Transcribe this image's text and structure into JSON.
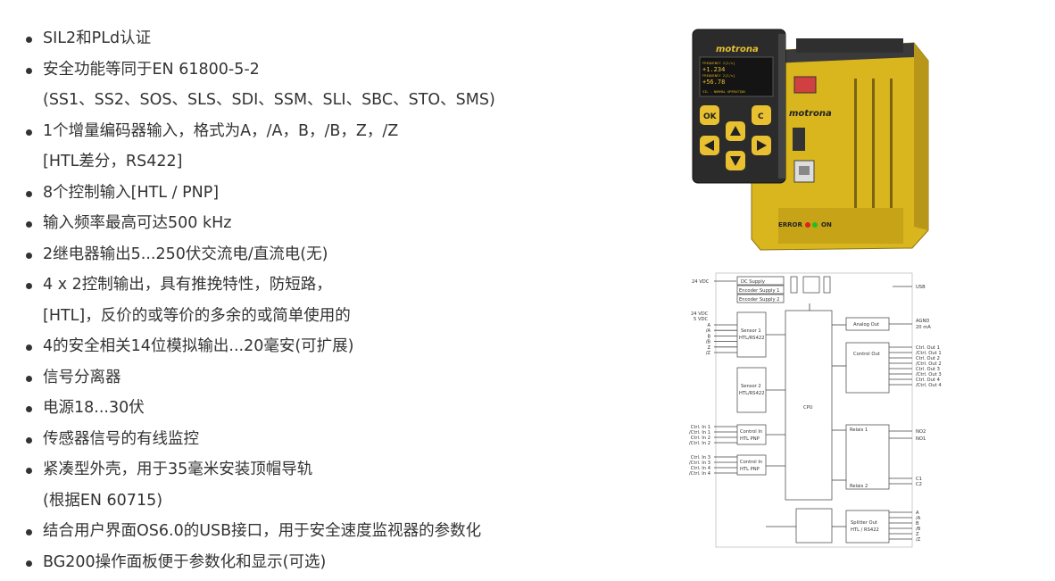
{
  "features": [
    {
      "lines": [
        "SIL2和PLd认证"
      ]
    },
    {
      "lines": [
        "安全功能等同于EN 61800-5-2",
        "(SS1、SS2、SOS、SLS、SDI、SSM、SLI、SBC、STO、SMS)"
      ]
    },
    {
      "lines": [
        "1个增量编码器输入，格式为A，/A，B，/B，Z，/Z",
        "[HTL差分，RS422]"
      ]
    },
    {
      "lines": [
        "8个控制输入[HTL / PNP]"
      ]
    },
    {
      "lines": [
        "输入频率最高可达500 kHz"
      ]
    },
    {
      "lines": [
        "2继电器输出5...250伏交流电/直流电(无)"
      ]
    },
    {
      "lines": [
        "4 x 2控制输出，具有推挽特性，防短路，",
        "[HTL]，反价的或等价的多余的或简单使用的"
      ]
    },
    {
      "lines": [
        "4的安全相关14位模拟输出...20毫安(可扩展)"
      ]
    },
    {
      "lines": [
        "信号分离器"
      ]
    },
    {
      "lines": [
        "电源18...30伏"
      ]
    },
    {
      "lines": [
        "传感器信号的有线监控"
      ]
    },
    {
      "lines": [
        "紧凑型外壳，用于35毫米安装顶帽导轨",
        "(根据EN 60715)"
      ]
    },
    {
      "lines": [
        "结合用户界面OS6.0的USB接口，用于安全速度监视器的参数化"
      ]
    },
    {
      "lines": [
        "BG200操作面板便于参数化和显示(可选)"
      ]
    }
  ],
  "product": {
    "brand": "motrona",
    "display_line1": "FREQUENCY 2[1/s]",
    "display_value1": "+1.234",
    "display_line2": "FREQUENCY 2[1/s]",
    "display_value2": "+56.78",
    "display_status": "SIL - NORMAL OPERATION",
    "btn_ok": "OK",
    "btn_c": "C",
    "error_label": "ERROR",
    "on_label": "ON"
  },
  "diagram": {
    "supply_24vdc": "24 VDC",
    "dc_supply": "DC Supply",
    "enc_supply1": "Encoder Supply 1",
    "enc_supply2": "Encoder Supply 2",
    "usb": "USB",
    "v24": "24 VDC",
    "v5": "5 VDC",
    "enc_signals": [
      "A",
      "/A",
      "B",
      "/B",
      "Z",
      "/Z"
    ],
    "sensor1": [
      "Sensor 1",
      "HTL/RS422"
    ],
    "sensor2": [
      "Sensor 2",
      "HTL/RS422"
    ],
    "cpu": "CPU",
    "analog_out": "Analog Out",
    "agnd": "AGND",
    "ma20": "20 mA",
    "control_out": "Control Out",
    "ctrl_outs": [
      "Ctrl. Out 1",
      "/Ctrl. Out 1",
      "Ctrl. Out 2",
      "/Ctrl. Out 2",
      "Ctrl. Out 3",
      "/Ctrl. Out 3",
      "Ctrl. Out 4",
      "/Ctrl. Out 4"
    ],
    "ctrl_in_a": [
      "Ctrl. In 1",
      "/Ctrl. In 1",
      "Ctrl. In 2",
      "/Ctrl. In 2"
    ],
    "ctrl_in_b": [
      "Ctrl. In 3",
      "/Ctrl. In 3",
      "Ctrl. In 4",
      "/Ctrl. In 4"
    ],
    "control_in": [
      "Control In",
      "HTL PNP"
    ],
    "relais1": "Relais 1",
    "relais2": "Relais 2",
    "no2": "NO2",
    "no1": "NO1",
    "c1": "C1",
    "c2": "C2",
    "splitter": [
      "Splitter Out",
      "HTL / RS422"
    ],
    "split_signals": [
      "A",
      "/A",
      "B",
      "/B",
      "Z",
      "/Z"
    ]
  }
}
